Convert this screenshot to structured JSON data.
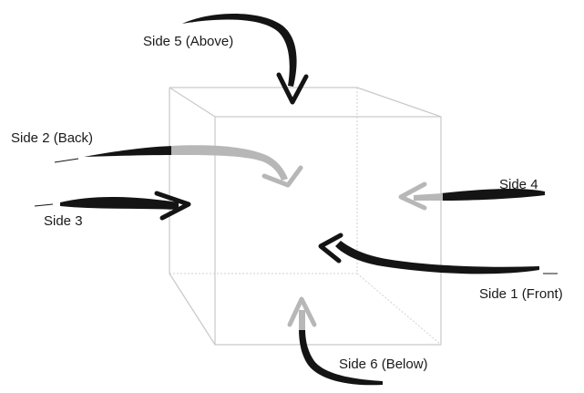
{
  "labels": {
    "side5": "Side  5 (Above)",
    "side2": "Side 2 (Back)",
    "side3": "Side 3",
    "side4": "Side 4",
    "side1": "Side 1 (Front)",
    "side6": "Side 6 (Below)"
  },
  "colors": {
    "dark_arrow": "#141414",
    "gray_arrow": "#b7b7b7",
    "cube_edge": "#c9c9c9"
  }
}
